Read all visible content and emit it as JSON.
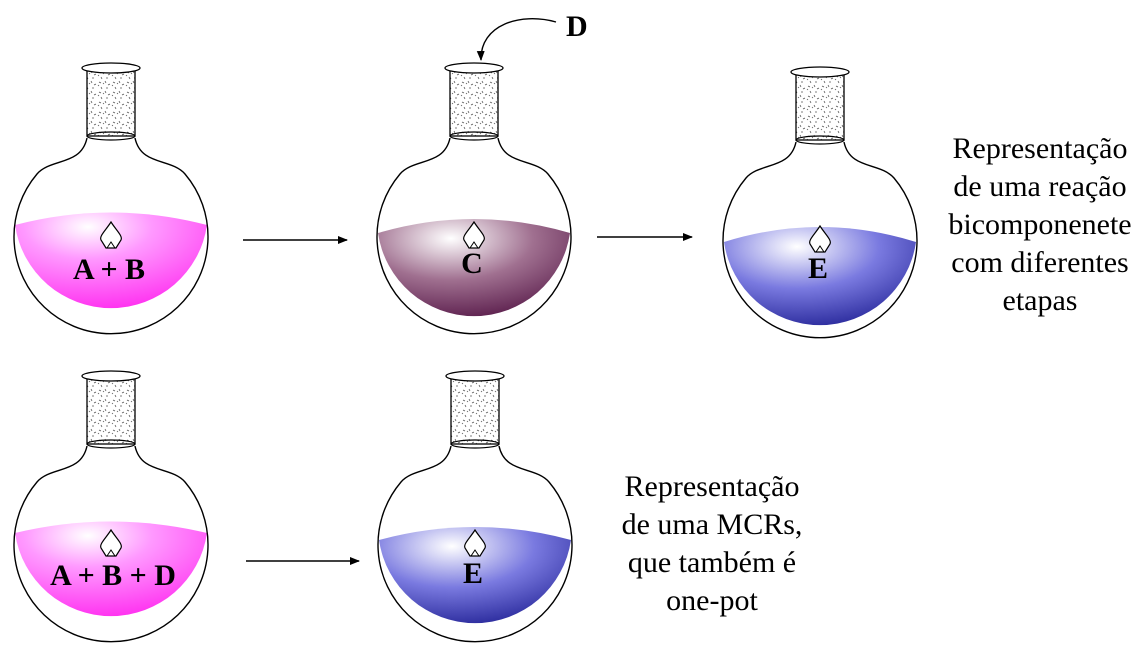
{
  "colors": {
    "pink": "#ff33ff",
    "purple": "#5a1a4a",
    "blue": "#1a1a8c"
  },
  "top_row": {
    "flask1_label": "A + B",
    "flask2_label": "C",
    "flask3_label": "E",
    "added_reagent": "D",
    "caption_lines": [
      "Representação",
      "de uma reação",
      "bicomponenete",
      "com diferentes",
      "etapas"
    ]
  },
  "bottom_row": {
    "flask1_label": "A + B + D",
    "flask2_label": "E",
    "caption_lines": [
      "Representação",
      "de uma MCRs,",
      "que também é",
      "one-pot"
    ]
  }
}
